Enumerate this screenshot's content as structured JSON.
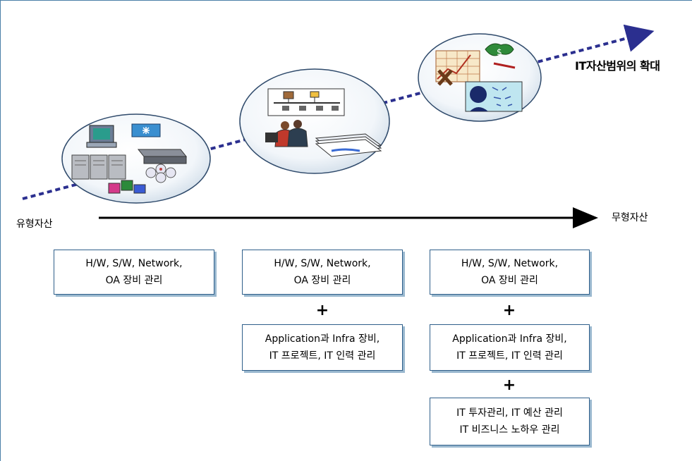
{
  "title": "IT자산범위의  확대",
  "axis": {
    "left_label": "유형자산",
    "right_label": "무형자산"
  },
  "columns": [
    {
      "boxes": [
        {
          "lines": [
            "H/W, S/W, Network,",
            "OA 장비 관리"
          ]
        }
      ]
    },
    {
      "boxes": [
        {
          "lines": [
            "H/W, S/W, Network,",
            "OA 장비 관리"
          ]
        },
        {
          "lines": [
            "Application과 Infra 장비,",
            "IT 프로젝트, IT 인력 관리"
          ]
        }
      ]
    },
    {
      "boxes": [
        {
          "lines": [
            "H/W, S/W, Network,",
            "OA 장비 관리"
          ]
        },
        {
          "lines": [
            "Application과 Infra 장비,",
            "IT 프로젝트, IT 인력 관리"
          ]
        },
        {
          "lines": [
            "IT 투자관리, IT 예산 관리",
            "IT 비즈니스 노하우 관리"
          ]
        }
      ]
    }
  ],
  "plus_symbol": "+",
  "clipart": {
    "stage1": "computer-hardware-icon",
    "stage2": "network-and-people-icon",
    "stage3": "business-knowledge-icon"
  },
  "colors": {
    "dotted_arrow": "#2b2f8f",
    "box_border": "#2f5f8a",
    "box_shadow": "#9ab8cf",
    "frame": "#4a7fa8"
  }
}
